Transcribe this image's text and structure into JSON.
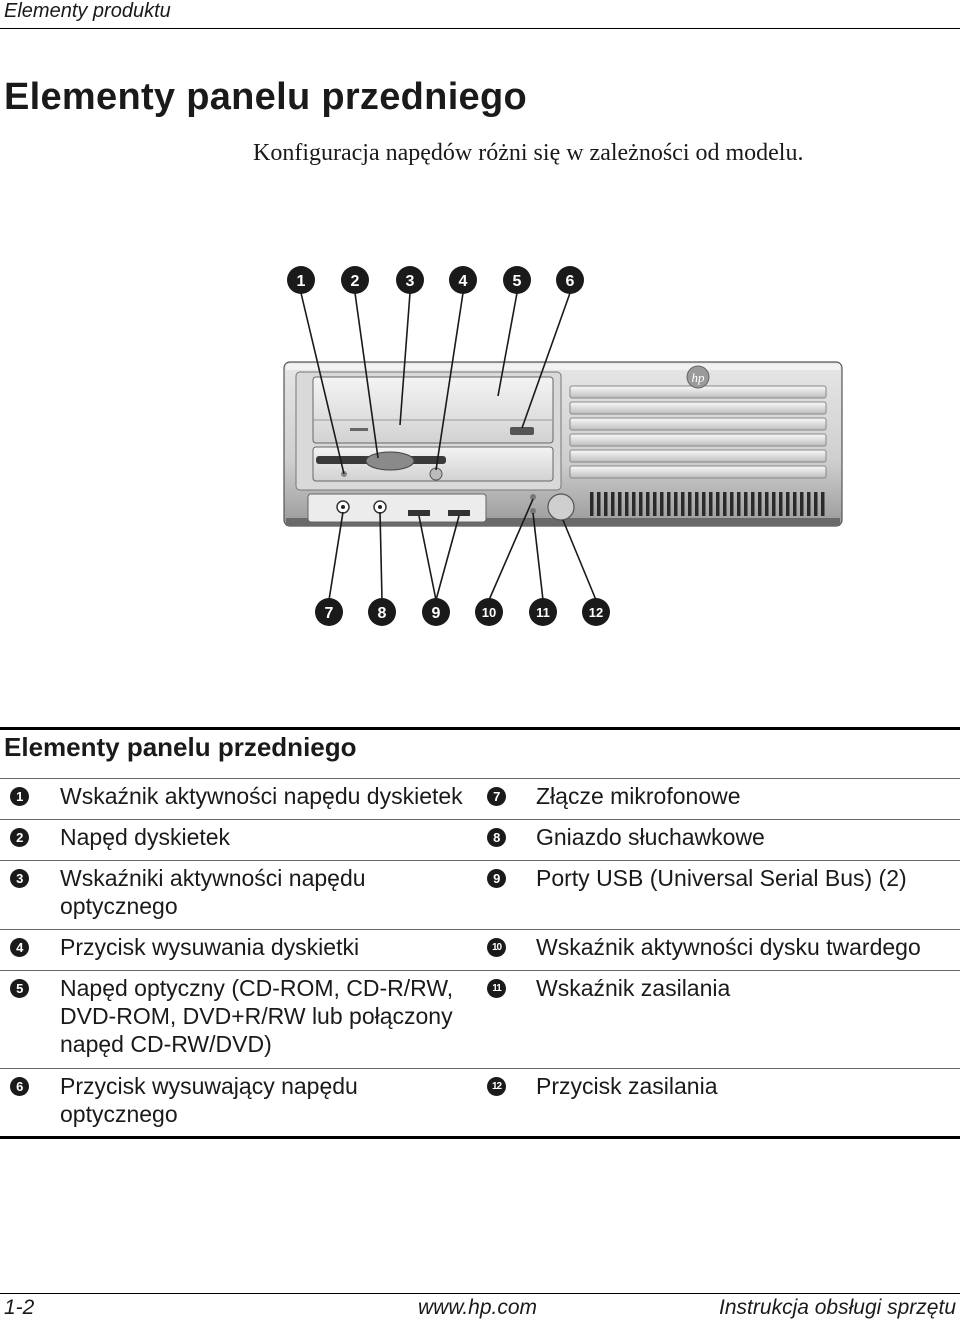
{
  "header": {
    "section_label": "Elementy produktu"
  },
  "page_title": "Elementy panelu przedniego",
  "subtitle": "Konfiguracja napędów różni się w zależności od modelu.",
  "figure": {
    "callouts_top": [
      "1",
      "2",
      "3",
      "4",
      "5",
      "6"
    ],
    "callouts_bottom": [
      "7",
      "8",
      "9",
      "10",
      "11",
      "12"
    ],
    "logo": "hp"
  },
  "table": {
    "title": "Elementy panelu przedniego",
    "rows": [
      {
        "left_num": "1",
        "left_lines": [
          "Wskaźnik aktywności napędu dyskietek"
        ],
        "right_num": "7",
        "right_lines": [
          "Złącze mikrofonowe"
        ]
      },
      {
        "left_num": "2",
        "left_lines": [
          "Napęd dyskietek"
        ],
        "right_num": "8",
        "right_lines": [
          "Gniazdo słuchawkowe"
        ]
      },
      {
        "left_num": "3",
        "left_lines": [
          "Wskaźniki aktywności napędu",
          "optycznego"
        ],
        "right_num": "9",
        "right_lines": [
          "Porty USB (Universal Serial Bus) (2)"
        ]
      },
      {
        "left_num": "4",
        "left_lines": [
          "Przycisk wysuwania dyskietki"
        ],
        "right_num": "10",
        "right_lines": [
          "Wskaźnik aktywności dysku twardego"
        ]
      },
      {
        "left_num": "5",
        "left_lines": [
          "Napęd optyczny (CD-ROM, CD-R/RW,",
          "DVD-ROM, DVD+R/RW lub połączony",
          "napęd CD-RW/DVD)"
        ],
        "right_num": "11",
        "right_lines": [
          "Wskaźnik zasilania"
        ]
      },
      {
        "left_num": "6",
        "left_lines": [
          "Przycisk wysuwający napędu",
          "optycznego"
        ],
        "right_num": "12",
        "right_lines": [
          "Przycisk zasilania"
        ]
      }
    ]
  },
  "footer": {
    "page_number": "1-2",
    "url": "www.hp.com",
    "doc_title": "Instrukcja obsługi sprzętu"
  }
}
